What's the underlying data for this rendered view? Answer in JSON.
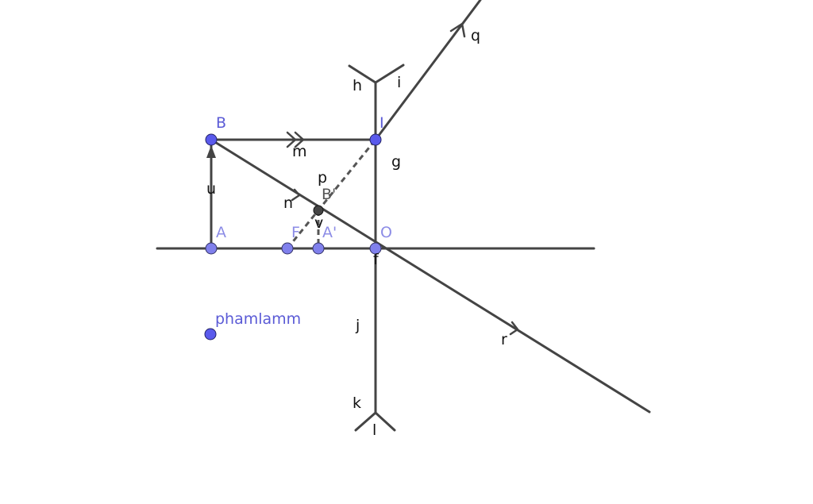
{
  "colors": {
    "line": "#444444",
    "point_fill": "#5a5aec",
    "point_fill_light": "#8080ec",
    "point_dark": "#444444",
    "point_label": "#5b5bd6"
  },
  "points": {
    "B": "B",
    "I": "I",
    "A": "A",
    "F": "F",
    "A_prime": "A'",
    "O": "O",
    "B_prime": "B'",
    "free": "phamlamm"
  },
  "lines": {
    "h": "h",
    "i": "i",
    "g": "g",
    "m": "m",
    "p": "p",
    "n": "n",
    "u": "u",
    "v": "v",
    "f": "f",
    "j": "j",
    "k": "k",
    "l": "l",
    "q": "q",
    "r": "r"
  }
}
